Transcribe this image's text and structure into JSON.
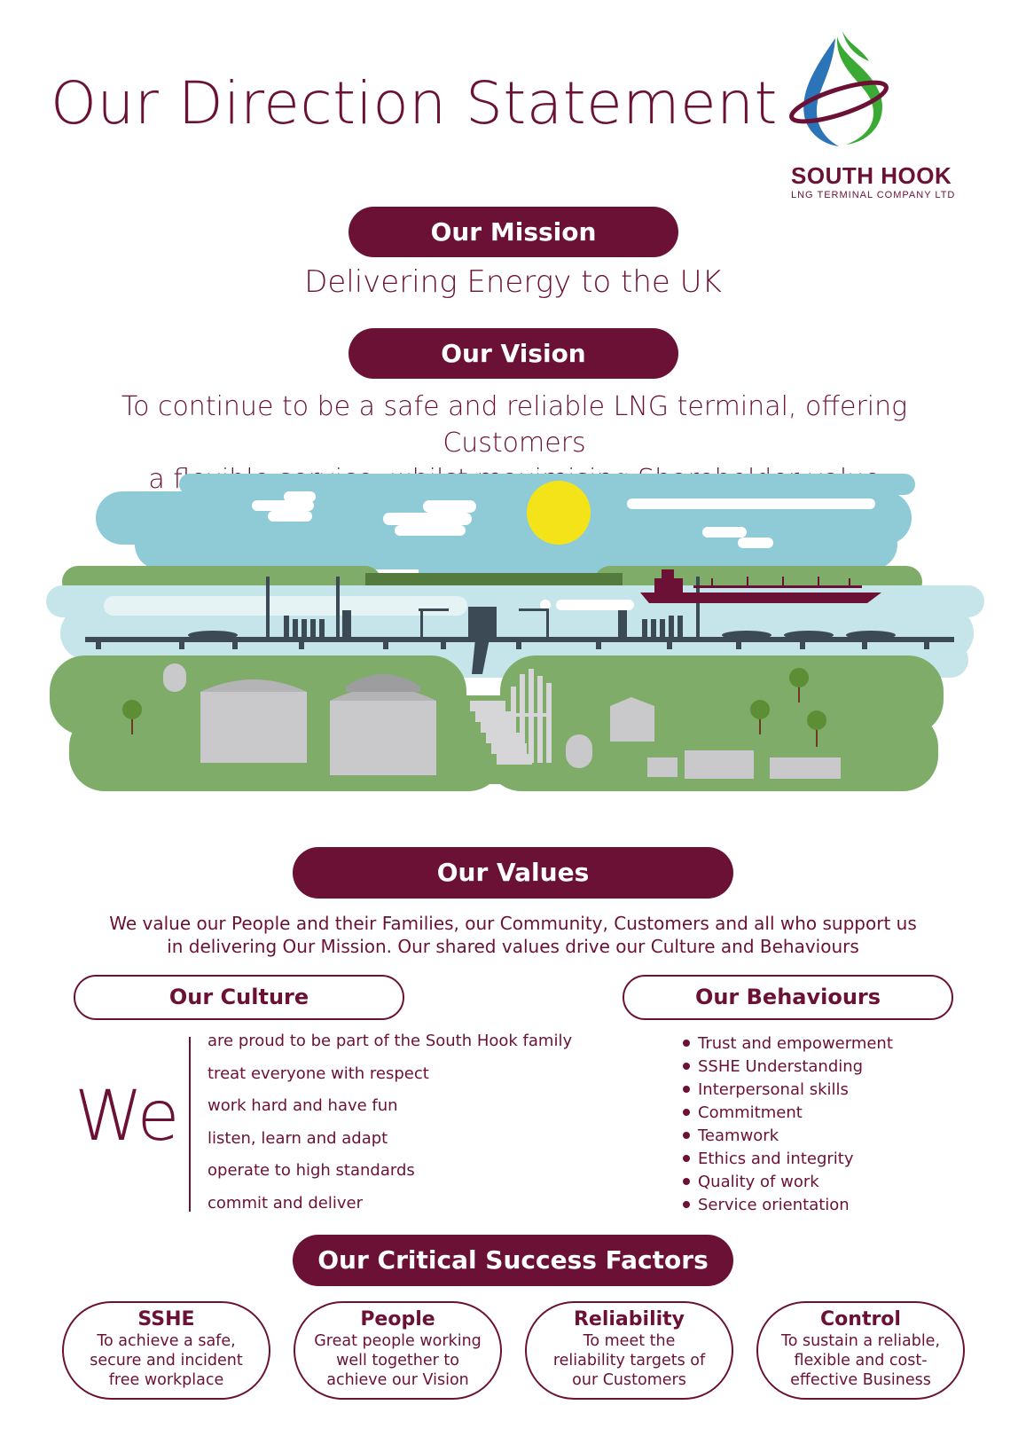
{
  "header": {
    "title": "Our Direction Statement"
  },
  "logo": {
    "name": "SOUTH HOOK",
    "subtitle": "LNG TERMINAL COMPANY LTD"
  },
  "mission": {
    "label": "Our Mission",
    "text": "Delivering Energy to the UK"
  },
  "vision": {
    "label": "Our Vision",
    "line1": "To continue to be a safe and reliable LNG terminal, offering Customers",
    "line2": "a flexible service, whilst maximising Shareholder value"
  },
  "values": {
    "label": "Our Values",
    "line1": "We value our People and their Families, our Community, Customers and all who support us",
    "line2": "in delivering Our Mission. Our shared values drive our Culture and Behaviours"
  },
  "culture": {
    "label": "Our Culture",
    "we": "We",
    "items": [
      "are proud to be part of the South Hook family",
      "treat everyone with respect",
      "work hard and have fun",
      "listen, learn and adapt",
      "operate to high standards",
      "commit and deliver"
    ]
  },
  "behaviours": {
    "label": "Our Behaviours",
    "items": [
      "Trust and empowerment",
      "SSHE Understanding",
      "Interpersonal skills",
      "Commitment",
      "Teamwork",
      "Ethics and integrity",
      "Quality of work",
      "Service orientation"
    ]
  },
  "csf": {
    "label": "Our Critical Success Factors",
    "items": [
      {
        "title": "SSHE",
        "desc": "To achieve a safe, secure and incident free workplace"
      },
      {
        "title": "People",
        "desc": "Great people working well together to achieve our Vision"
      },
      {
        "title": "Reliability",
        "desc": "To meet the reliability targets of our Customers"
      },
      {
        "title": "Control",
        "desc": "To sustain a reliable, flexible and cost-effective Business"
      }
    ]
  },
  "colors": {
    "brand": "#6b1136",
    "sky": "#8fcbd6",
    "water": "#c5e5ea",
    "grass": "#7fac68",
    "sun": "#f5e31a",
    "structure": "#3c4a55",
    "tank": "#c9c9cb"
  },
  "icons": [
    "south-hook-logo-icon",
    "sun-icon",
    "cloud-icon",
    "tree-icon",
    "lng-tanker-icon",
    "storage-tank-icon",
    "bullet-icon"
  ]
}
